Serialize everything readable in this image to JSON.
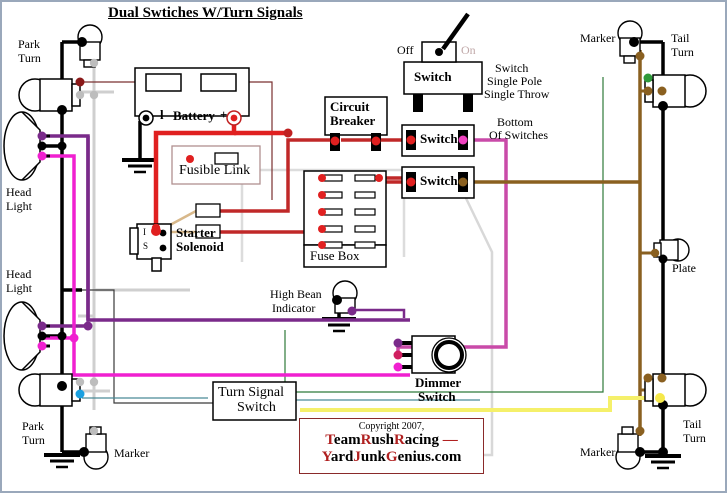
{
  "diagram": {
    "title": "Dual Swtiches W/Turn Signals",
    "type": "automotive-wiring-diagram"
  },
  "labels": {
    "park_turn_top": "Park\nTurn",
    "park_turn_top_l1": "Park",
    "park_turn_top_l2": "Turn",
    "head_light_upper_l1": "Head",
    "head_light_upper_l2": "Light",
    "head_light_lower_l1": "Head",
    "head_light_lower_l2": "Light",
    "park_turn_bottom_l1": "Park",
    "park_turn_bottom_l2": "Turn",
    "marker_bottom_left": "Marker",
    "marker_top_right": "Marker",
    "marker_bottom_right": "Marker",
    "tail_turn_top_l1": "Tail",
    "tail_turn_top_l2": "Turn",
    "tail_turn_bottom_l1": "Tail",
    "tail_turn_bottom_l2": "Turn",
    "plate": "Plate",
    "battery": "Battery",
    "battery_neg": "l",
    "battery_pos": "+",
    "fusible_link": "Fusible Link",
    "starter_solenoid_l1": "Starter",
    "starter_solenoid_l2": "Solenoid",
    "solenoid_term_i": "I",
    "solenoid_term_s": "S",
    "circuit_breaker_l1": "Circuit",
    "circuit_breaker_l2": "Breaker",
    "fuse_box": "Fuse Box",
    "switch_top": "Switch",
    "switch_off": "Off",
    "switch_on": "On",
    "switch_desc_l1": "Switch",
    "switch_desc_l2": "Single Pole",
    "switch_desc_l3": "Single Throw",
    "bottom_of_switches_l1": "Bottom",
    "bottom_of_switches_l2": "Of Switches",
    "switch_mid": "Switch",
    "switch_low": "Switch",
    "high_beam_l1": "High Bean",
    "high_beam_l2": "Indicator",
    "turn_signal_switch_l1": "Turn Signal",
    "turn_signal_switch_l2": "Switch",
    "dimmer_switch_l1": "Dimmer",
    "dimmer_switch_l2": "Switch"
  },
  "copyright": {
    "line1": "Copyright 2007,",
    "line2_parts": [
      {
        "t": "T",
        "red": true
      },
      {
        "t": "eam",
        "red": false
      },
      {
        "t": "R",
        "red": true
      },
      {
        "t": "ush",
        "red": false
      },
      {
        "t": "R",
        "red": true
      },
      {
        "t": "acing ",
        "red": false
      },
      {
        "t": "—",
        "red": true
      }
    ],
    "line3_parts": [
      {
        "t": "Y",
        "red": true
      },
      {
        "t": "ard",
        "red": false
      },
      {
        "t": "J",
        "red": true
      },
      {
        "t": "unk",
        "red": false
      },
      {
        "t": "G",
        "red": true
      },
      {
        "t": "enius.com",
        "red": false
      }
    ],
    "line2_plain": "TeamRushRacing —",
    "line3_plain": "YardJunkGenius.com"
  },
  "colors": {
    "wire_black": "#000000",
    "wire_red": "#e02020",
    "wire_dark_red": "#b02828",
    "wire_purple": "#7a2a8a",
    "wire_magenta": "#f020d0",
    "wire_pink": "#c94aa8",
    "wire_brown": "#8a6020",
    "wire_tan": "#d8b88a",
    "wire_yellow": "#f5f06a",
    "wire_gray": "#cfcfcf",
    "wire_green": "#2f7a3a",
    "wire_teal": "#4a8a96",
    "wire_darkred_dot": "#8a1818",
    "border": "#000000",
    "frame": "#9aa8bb",
    "copy_border": "#8a2a2a",
    "copy_red": "#b02020"
  },
  "components": [
    {
      "name": "battery",
      "label": "Battery"
    },
    {
      "name": "fusible-link",
      "label": "Fusible Link"
    },
    {
      "name": "starter-solenoid",
      "label": "Starter Solenoid"
    },
    {
      "name": "circuit-breaker",
      "label": "Circuit Breaker"
    },
    {
      "name": "fuse-box",
      "label": "Fuse Box",
      "slots": 10
    },
    {
      "name": "toggle-switch",
      "label": "Switch"
    },
    {
      "name": "switch-mid",
      "label": "Switch"
    },
    {
      "name": "switch-low",
      "label": "Switch"
    },
    {
      "name": "turn-signal-switch",
      "label": "Turn Signal Switch"
    },
    {
      "name": "dimmer-switch",
      "label": "Dimmer Switch"
    },
    {
      "name": "high-beam-indicator",
      "label": "High Bean Indicator"
    },
    {
      "name": "head-light-upper",
      "label": "Head Light"
    },
    {
      "name": "head-light-lower",
      "label": "Head Light"
    },
    {
      "name": "park-turn-upper",
      "label": "Park Turn"
    },
    {
      "name": "park-turn-lower",
      "label": "Park Turn"
    },
    {
      "name": "marker-front",
      "label": "Marker"
    },
    {
      "name": "marker-rear-top",
      "label": "Marker"
    },
    {
      "name": "marker-rear-bottom",
      "label": "Marker"
    },
    {
      "name": "tail-turn-top",
      "label": "Tail Turn"
    },
    {
      "name": "tail-turn-bottom",
      "label": "Tail Turn"
    },
    {
      "name": "plate-light",
      "label": "Plate"
    }
  ]
}
